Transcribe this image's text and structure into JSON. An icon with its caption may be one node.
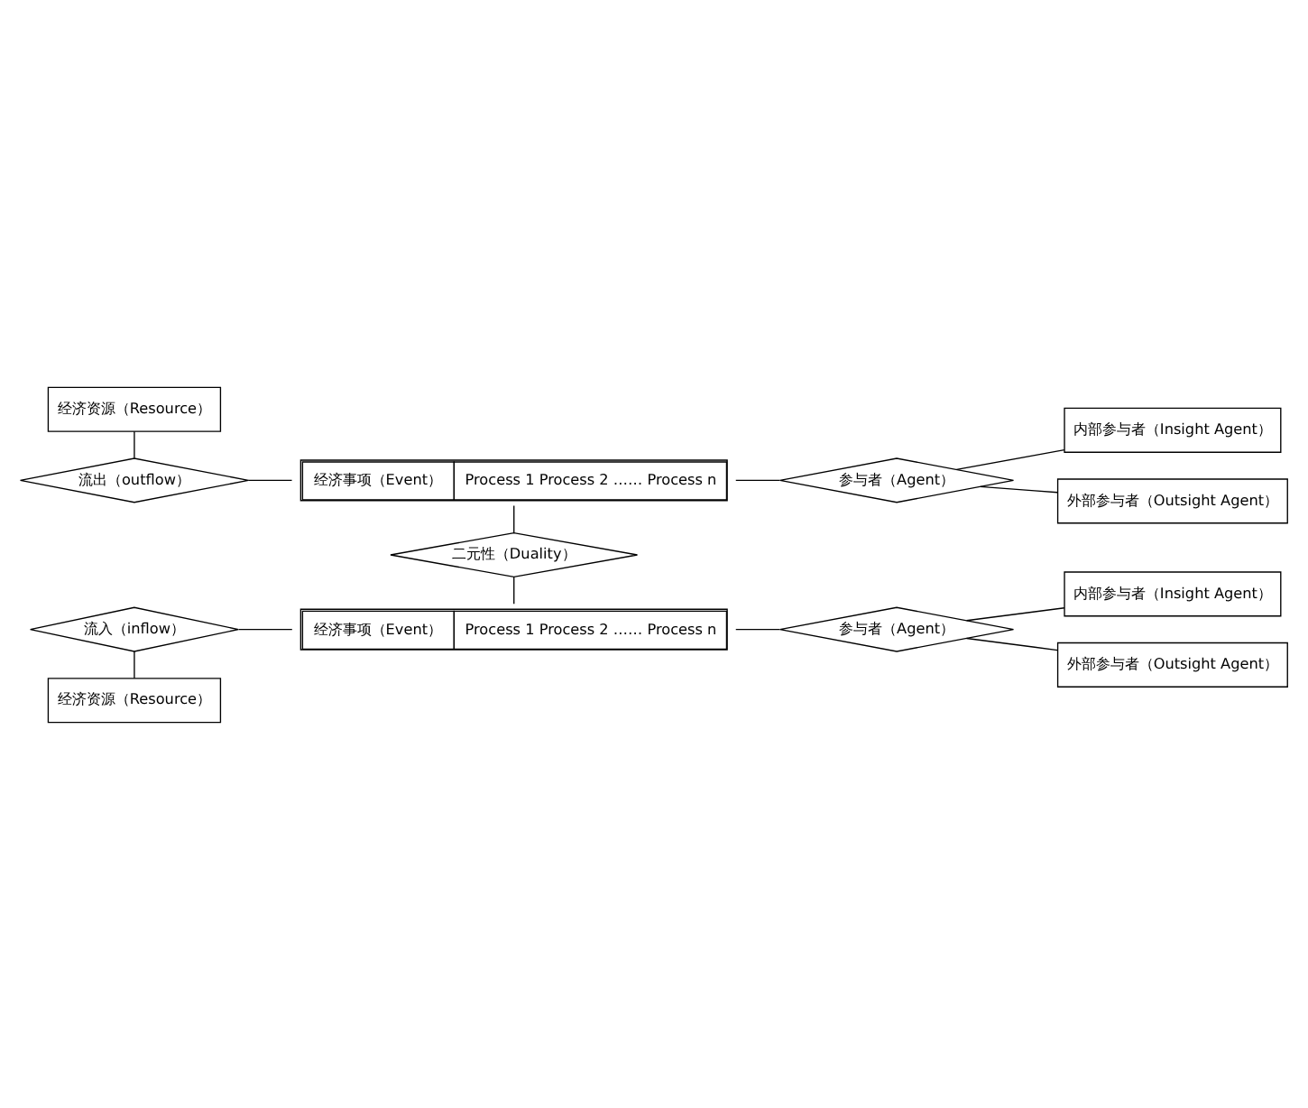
{
  "diagram": {
    "nodes": [
      {
        "text": [
          "经济资源（Resource）"
        ]
      },
      {
        "text": [
          "流出（outflow）"
        ]
      },
      {
        "text": [
          "经济事项（Event）",
          "Process 1 Process 2 …… Process n"
        ]
      },
      {
        "text": [
          "参与者（Agent）"
        ]
      },
      {
        "text": [
          "内部参与者（Insight Agent）"
        ]
      },
      {
        "text": [
          "外部参与者（Outsight Agent）"
        ]
      },
      {
        "text": [
          "二元性（Duality）"
        ]
      },
      {
        "text": [
          "流入（inflow）"
        ]
      },
      {
        "text": [
          "经济事项（Event）",
          "Process 1 Process 2 …… Process n"
        ]
      },
      {
        "text": [
          "参与者（Agent）"
        ]
      },
      {
        "text": [
          "内部参与者（Insight Agent）"
        ]
      },
      {
        "text": [
          "外部参与者（Outsight Agent）"
        ]
      },
      {
        "text": [
          "经济资源（Resource）"
        ]
      }
    ],
    "edges": [
      {
        "from": 0,
        "to": 1,
        "arrow": "none"
      },
      {
        "from": 1,
        "to": 2,
        "arrow": "none"
      },
      {
        "from": 2,
        "to": 3,
        "arrow": "none"
      },
      {
        "from": 3,
        "to": 4,
        "arrow": "none"
      },
      {
        "from": 3,
        "to": 5,
        "arrow": "none"
      },
      {
        "from": 2,
        "to": 6,
        "arrow": "none"
      },
      {
        "from": 6,
        "to": 8,
        "arrow": "none"
      },
      {
        "from": 7,
        "to": 8,
        "arrow": "none"
      },
      {
        "from": 8,
        "to": 9,
        "arrow": "none"
      },
      {
        "from": 9,
        "to": 10,
        "arrow": "none"
      },
      {
        "from": 9,
        "to": 11,
        "arrow": "none"
      },
      {
        "from": 7,
        "to": 12,
        "arrow": "none"
      }
    ]
  }
}
